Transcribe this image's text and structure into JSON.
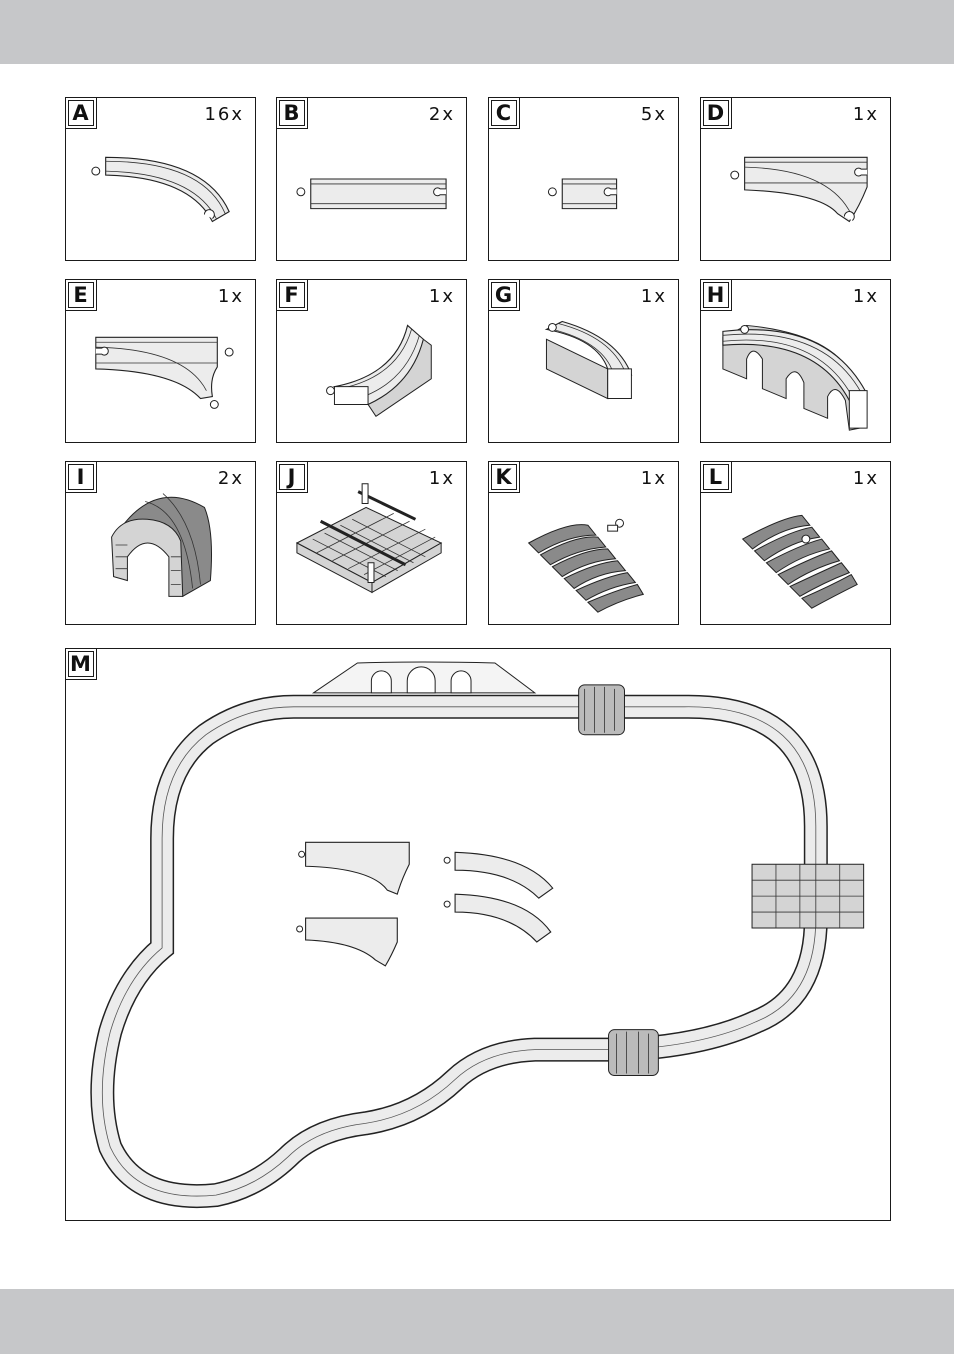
{
  "parts": [
    {
      "letter": "A",
      "quantity": "16x",
      "icon": "curved-track-icon"
    },
    {
      "letter": "B",
      "quantity": "2x",
      "icon": "long-straight-track-icon"
    },
    {
      "letter": "C",
      "quantity": "5x",
      "icon": "short-straight-track-icon"
    },
    {
      "letter": "D",
      "quantity": "1x",
      "icon": "switch-track-left-icon"
    },
    {
      "letter": "E",
      "quantity": "1x",
      "icon": "switch-track-right-icon"
    },
    {
      "letter": "F",
      "quantity": "1x",
      "icon": "ascending-ramp-icon"
    },
    {
      "letter": "G",
      "quantity": "1x",
      "icon": "descending-ramp-icon"
    },
    {
      "letter": "H",
      "quantity": "1x",
      "icon": "arch-bridge-icon"
    },
    {
      "letter": "I",
      "quantity": "2x",
      "icon": "tunnel-icon"
    },
    {
      "letter": "J",
      "quantity": "1x",
      "icon": "level-crossing-icon"
    },
    {
      "letter": "K",
      "quantity": "1x",
      "icon": "flexible-track-icon"
    },
    {
      "letter": "L",
      "quantity": "1x",
      "icon": "flexible-track-icon"
    }
  ],
  "layout_panel": {
    "letter": "M",
    "icon": "track-layout-diagram-icon"
  },
  "colors": {
    "band": "#c6c7c9",
    "line": "#1a1a1a",
    "track_fill": "#ececec"
  }
}
